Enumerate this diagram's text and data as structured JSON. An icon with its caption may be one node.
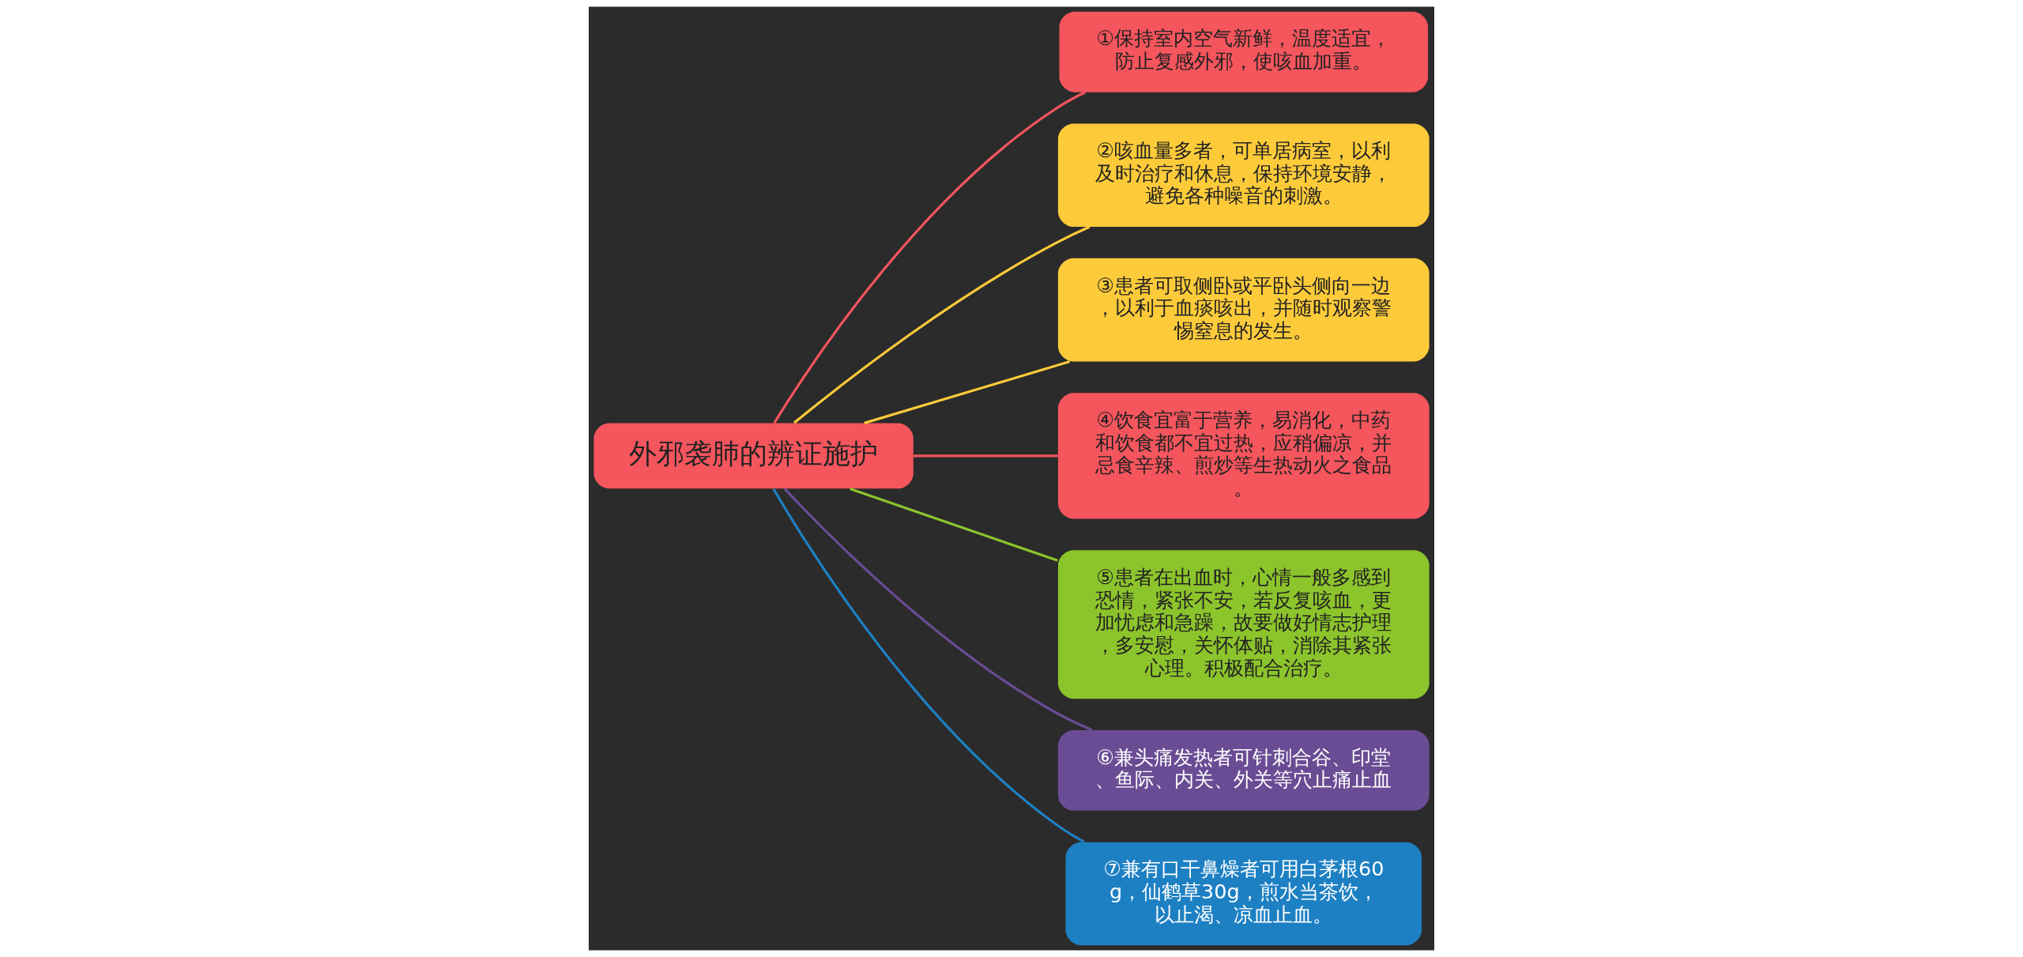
{
  "diagram": {
    "nodes": [
      {
        "text": [
          "外邪袭肺的辨证施护"
        ]
      },
      {
        "text": [
          "①保持室内空气新鲜，温度适宜，防止复感外邪，使咳血加重。"
        ]
      },
      {
        "text": [
          "②咳血量多者，可单居病室，以利及时治疗和休息，保持环境安静，避免各种噪音的刺激。"
        ]
      },
      {
        "text": [
          "③患者可取侧卧或平卧头侧向一边，以利于血痰咳出，并随时观察警惕窒息的发生。"
        ]
      },
      {
        "text": [
          "④饮食宜富于营养，易消化，中药和饮食都不宜过热，应稍偏凉，并忌食辛辣、煎炒等生热动火之食品。"
        ]
      },
      {
        "text": [
          "⑤患者在出血时，心情一般多感到恐情，紧张不安，若反复咳血，更加忧虑和急躁，故要做好情志护理，多安慰，关怀体贴，消除其紧张心理。积极配合治疗。"
        ]
      },
      {
        "text": [
          "⑥兼头痛发热者可针刺合谷、印堂、鱼际、内关、外关等穴止痛止血"
        ]
      },
      {
        "text": [
          "⑦兼有口干鼻燥者可用白茅根60g，仙鹤草30g，煎水当茶饮，以止渴、凉血止血。"
        ]
      }
    ],
    "edges": [
      {
        "from": 0,
        "to": 1,
        "arrow": "none",
        "color": "#f5555d"
      },
      {
        "from": 0,
        "to": 2,
        "arrow": "none",
        "color": "#fdcb3a"
      },
      {
        "from": 0,
        "to": 3,
        "arrow": "none",
        "color": "#fdcb3a"
      },
      {
        "from": 0,
        "to": 4,
        "arrow": "none",
        "color": "#f5555d"
      },
      {
        "from": 0,
        "to": 5,
        "arrow": "none",
        "color": "#8cc42c"
      },
      {
        "from": 0,
        "to": 6,
        "arrow": "none",
        "color": "#6a4c94"
      },
      {
        "from": 0,
        "to": 7,
        "arrow": "none",
        "color": "#1d80c3"
      }
    ]
  }
}
